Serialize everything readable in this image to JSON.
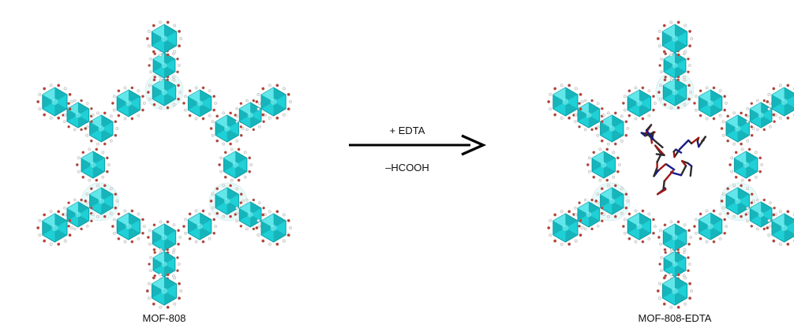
{
  "left_structure": {
    "caption": "MOF-808"
  },
  "right_structure": {
    "caption": "MOF-808-EDTA"
  },
  "reaction": {
    "reagent_added": "+ EDTA",
    "byproduct_removed": "–HCOOH"
  },
  "colors": {
    "cluster": "#1fd0d6",
    "cluster_dark": "#0f9ea6",
    "cluster_light": "#7ef0f2",
    "linker_oxygen": "#c0392b",
    "linker_carbon": "#eeeeee",
    "edta_nitrogen": "#1a1a8c",
    "edta_carbon": "#2b2b2b",
    "edta_oxygen": "#a01818",
    "arrow": "#000000"
  }
}
